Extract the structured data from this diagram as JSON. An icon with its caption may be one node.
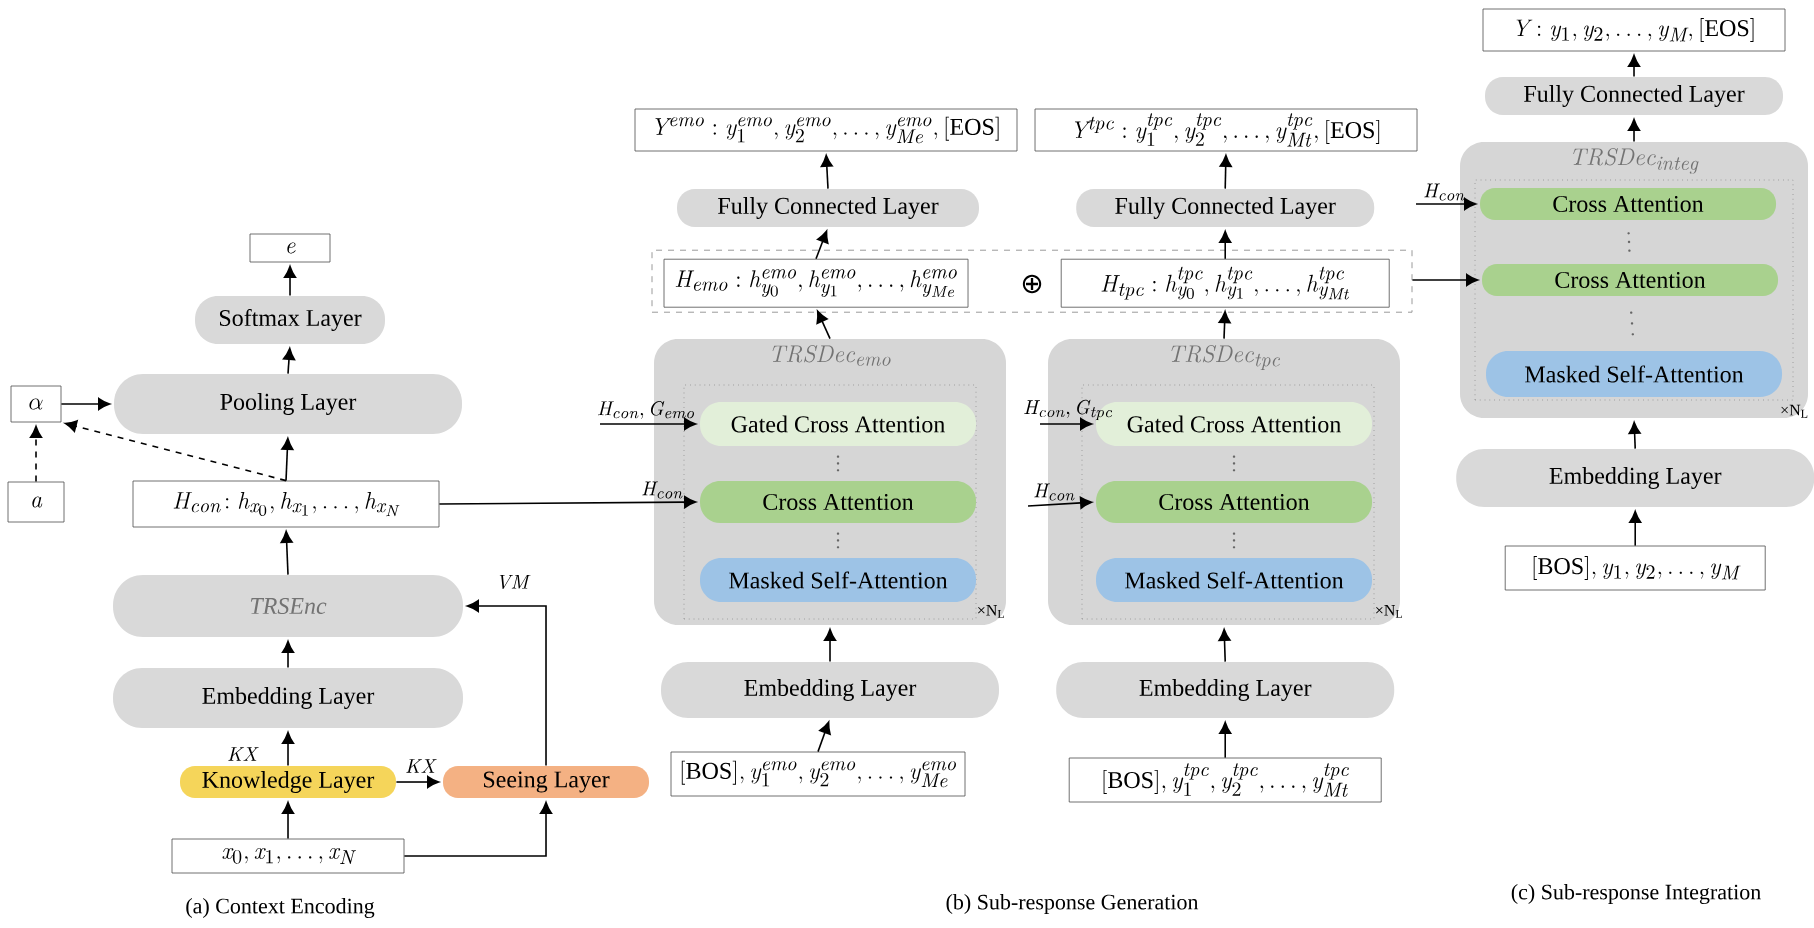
{
  "diagram": {
    "nodes": [
      {
        "text": [
          "e"
        ]
      },
      {
        "text": [
          "Softmax Layer"
        ]
      },
      {
        "text": [
          "Pooling Layer"
        ]
      },
      {
        "text": [
          "\\alpha"
        ]
      },
      {
        "text": [
          "a"
        ]
      },
      {
        "text": [
          "H_{con}\\!:h_{x_0},h_{x_1},\\ldots,h_{x_N}"
        ]
      },
      {
        "text": [
          "TRSEnc"
        ]
      },
      {
        "text": [
          "Embedding Layer"
        ]
      },
      {
        "text": [
          "Knowledge Layer"
        ]
      },
      {
        "text": [
          "Seeing Layer"
        ]
      },
      {
        "text": [
          "x_0,x_1,\\ldots,x_N"
        ]
      },
      {
        "text": [
          "Y^{emo}:y_1^{emo},y_2^{emo},\\ldots,y_{Me}^{emo},\\mathrm{[EOS]}"
        ]
      },
      {
        "text": [
          "Fully Connected Layer"
        ]
      },
      {
        "text": [],
        "shape": "box"
      },
      {
        "text": [
          "H_{emo}:h_{y_0}^{emo},h_{y_1}^{emo},\\ldots,h_{y_{Me}}^{emo}"
        ],
        "in": 13
      },
      {
        "text": [
          "H_{tpc}:h_{y_0}^{tpc},h_{y_1}^{tpc},\\ldots,h_{y_{Mt}}^{tpc}"
        ],
        "in": 13
      },
      {
        "text": [
          "\\mathit{TRSDec}_{emo}"
        ]
      },
      {
        "text": [],
        "shape": "box",
        "in": 16,
        "beside": [
          "×N$_{L}$"
        ]
      },
      {
        "text": [
          "Gated Cross Attention"
        ],
        "in": 17
      },
      {
        "text": [
          "Cross Attention"
        ],
        "in": 17
      },
      {
        "text": [
          "Masked Self-Attention"
        ],
        "in": 17
      },
      {
        "text": [
          "Embedding Layer"
        ]
      },
      {
        "text": [
          "\\mathrm{[BOS]},y_1^{emo},y_2^{emo},\\ldots,y_{Me}^{emo}"
        ]
      },
      {
        "text": [
          "Y^{tpc}:y_1^{tpc},y_2^{tpc},\\ldots,y_{Mt}^{tpc},\\mathrm{[EOS]}"
        ]
      },
      {
        "text": [
          "Fully Connected Layer"
        ]
      },
      {
        "text": [
          "\\mathit{TRSDec}_{tpc}"
        ]
      },
      {
        "text": [],
        "shape": "box",
        "in": 25,
        "beside": [
          "×N$_{L}$"
        ]
      },
      {
        "text": [
          "Gated Cross Attention"
        ],
        "in": 26
      },
      {
        "text": [
          "Cross Attention"
        ],
        "in": 26
      },
      {
        "text": [
          "Masked Self-Attention"
        ],
        "in": 26
      },
      {
        "text": [
          "Embedding Layer"
        ]
      },
      {
        "text": [
          "\\mathrm{[BOS]},y_1^{tpc},y_2^{tpc},\\ldots,y_{Mt}^{tpc}"
        ]
      },
      {
        "text": [
          "Y:y_1,y_2,\\ldots,y_M,\\mathrm{[EOS]}"
        ]
      },
      {
        "text": [
          "Fully Connected Layer"
        ]
      },
      {
        "text": [
          "\\mathit{TRSDec}_{integ}"
        ]
      },
      {
        "text": [],
        "shape": "box",
        "in": 34,
        "beside": [
          "×N$_{L}$"
        ]
      },
      {
        "text": [
          "Cross Attention"
        ],
        "in": 35
      },
      {
        "text": [
          "Cross Attention"
        ],
        "in": 35
      },
      {
        "text": [
          "Masked Self-Attention"
        ],
        "in": 35
      },
      {
        "text": [
          "Embedding Layer"
        ]
      },
      {
        "text": [
          "\\mathrm{[BOS]},y_1,y_2,\\ldots,y_M"
        ]
      }
    ],
    "edges": [
      {
        "from": 1,
        "to": 0,
        "arrow": "to"
      },
      {
        "from": 2,
        "to": 1,
        "arrow": "to"
      },
      {
        "from": 3,
        "to": 2,
        "arrow": "to"
      },
      {
        "from": 4,
        "to": 3,
        "arrow": "to",
        "style": "dashed"
      },
      {
        "from": 5,
        "to": 3,
        "arrow": "to",
        "style": "dashed"
      },
      {
        "from": 5,
        "to": 2,
        "arrow": "to"
      },
      {
        "from": 6,
        "to": 5,
        "arrow": "to"
      },
      {
        "from": 7,
        "to": 6,
        "arrow": "to"
      },
      {
        "from": 8,
        "to": 7,
        "arrow": "to",
        "label": "KX"
      },
      {
        "from": 8,
        "to": 9,
        "arrow": "to",
        "label": "KX"
      },
      {
        "from": 10,
        "to": 8,
        "arrow": "to"
      },
      {
        "from": 10,
        "to": 9,
        "arrow": "to"
      },
      {
        "from": 9,
        "to": 6,
        "arrow": "to",
        "label": "VM"
      },
      {
        "from": 5,
        "to": 19,
        "arrow": "to",
        "label": "H_{con}"
      },
      {
        "from": null,
        "to": 18,
        "arrow": "to",
        "label": "H_{con},G_{emo}"
      },
      {
        "from": null,
        "to": 27,
        "arrow": "to",
        "label": "H_{con},G_{tpc}"
      },
      {
        "from": null,
        "to": 28,
        "arrow": "to",
        "label": "H_{con}"
      },
      {
        "from": null,
        "to": 36,
        "arrow": "to",
        "label": "H_{con}"
      },
      {
        "from": 13,
        "to": 37,
        "arrow": "to"
      },
      {
        "from": 22,
        "to": 21,
        "arrow": "to"
      },
      {
        "from": 21,
        "to": 16,
        "arrow": "to"
      },
      {
        "from": 16,
        "to": 14,
        "arrow": "to"
      },
      {
        "from": 14,
        "to": 12,
        "arrow": "to"
      },
      {
        "from": 12,
        "to": 11,
        "arrow": "to"
      },
      {
        "from": 31,
        "to": 30,
        "arrow": "to"
      },
      {
        "from": 30,
        "to": 25,
        "arrow": "to"
      },
      {
        "from": 25,
        "to": 15,
        "arrow": "to"
      },
      {
        "from": 15,
        "to": 24,
        "arrow": "to"
      },
      {
        "from": 24,
        "to": 23,
        "arrow": "to"
      },
      {
        "from": 40,
        "to": 39,
        "arrow": "to"
      },
      {
        "from": 39,
        "to": 34,
        "arrow": "to"
      },
      {
        "from": 34,
        "to": 33,
        "arrow": "to"
      },
      {
        "from": 33,
        "to": 32,
        "arrow": "to"
      }
    ],
    "labels": [
      "(a) Context Encoding",
      "⊕",
      "(b) Sub-response Generation",
      "(c) Sub-response Integration"
    ]
  }
}
